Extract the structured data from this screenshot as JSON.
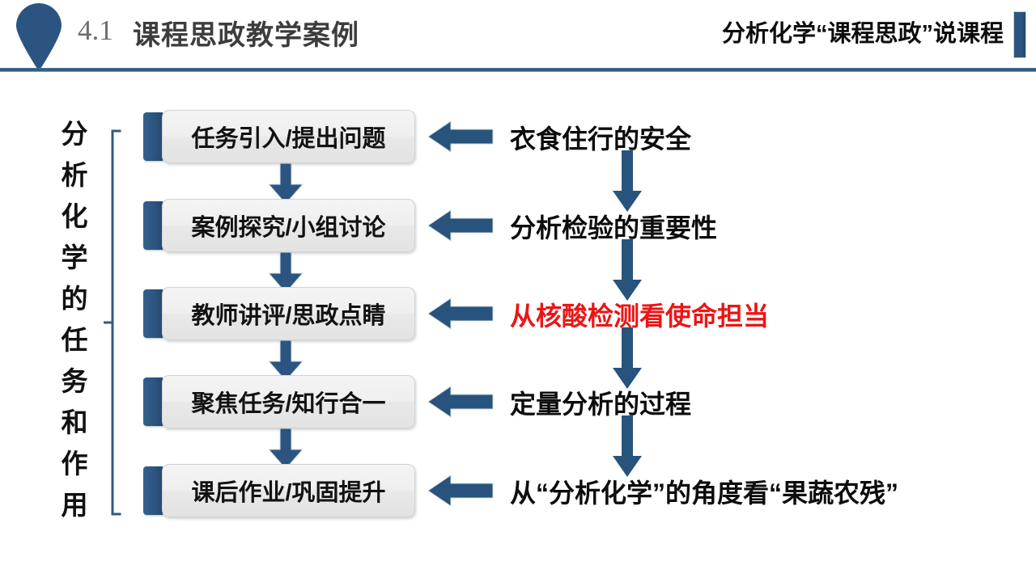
{
  "header": {
    "index": "4.1",
    "title": "课程思政教学案例",
    "right_title": "分析化学“课程思政”说课程",
    "pin_icon": "map-pin-icon",
    "rule_color": "#2f5d85",
    "accent_color": "#2b5580",
    "title_color": "#3d3d3d"
  },
  "sidebar": {
    "vertical_label_chars": [
      "分",
      "析",
      "化",
      "学",
      "的",
      "任",
      "务",
      "和",
      "作",
      "用"
    ],
    "vertical_label_text": "分析化学的任务和作用",
    "bracket_icon": "left-brace-icon"
  },
  "flow": {
    "steps": [
      {
        "label": "任务引入/提出问题"
      },
      {
        "label": "案例探究/小组讨论"
      },
      {
        "label": "教师讲评/思政点睛"
      },
      {
        "label": "聚焦任务/知行合一"
      },
      {
        "label": "课后作业/巩固提升"
      }
    ],
    "down_arrow_icon": "arrow-down-icon",
    "step_box_color": "#ececec",
    "step_tab_color": "#2b5580"
  },
  "content": {
    "items": [
      {
        "text": "衣食住行的安全",
        "highlight": false
      },
      {
        "text": "分析检验的重要性",
        "highlight": false
      },
      {
        "text": "从核酸检测看使命担当",
        "highlight": true
      },
      {
        "text": "定量分析的过程",
        "highlight": false
      },
      {
        "text": "从“分析化学”的角度看“果蔬农残”",
        "highlight": false
      }
    ],
    "left_arrow_icon": "arrow-left-icon",
    "down_arrow_icon": "arrow-down-icon",
    "highlight_color": "#ea1616",
    "text_color": "#0d0d0d"
  }
}
